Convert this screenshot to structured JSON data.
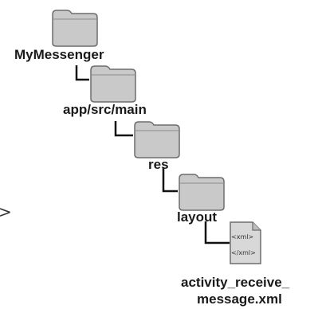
{
  "tree": {
    "root": {
      "label": "MyMessenger",
      "icon": "folder-icon"
    },
    "level1": {
      "label": "app/src/main",
      "icon": "folder-icon"
    },
    "level2": {
      "label": "res",
      "icon": "folder-icon"
    },
    "level3": {
      "label": "layout",
      "icon": "folder-icon"
    },
    "file": {
      "label_line1": "activity_receive_",
      "label_line2": "message.xml",
      "icon": "xml-file-icon",
      "icon_text_top": "<xml>",
      "icon_text_bottom": "</xml>"
    }
  },
  "edge_marker": {
    "glyph": ">",
    "icon": "chevron-right-icon"
  },
  "colors": {
    "folder_fill": "#c9c9c9",
    "folder_stroke": "#6e6e6e",
    "connector": "#111111",
    "file_fill": "#d8d8d8",
    "label_text": "#1a1a1a"
  }
}
